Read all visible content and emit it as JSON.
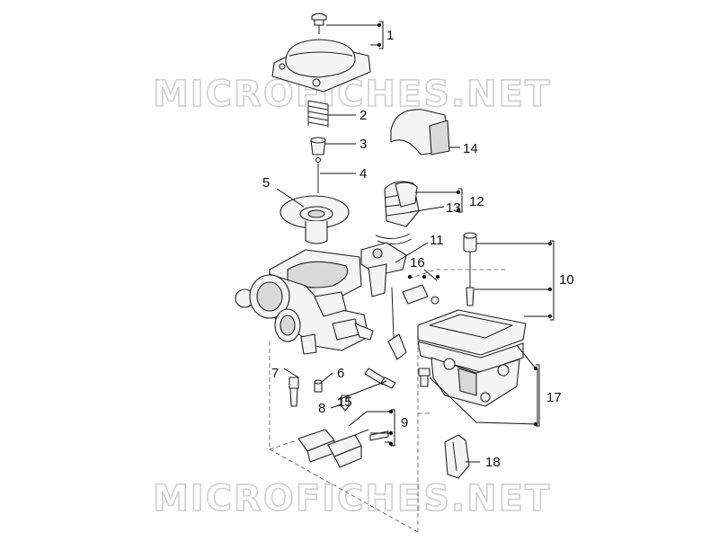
{
  "watermark": {
    "text": "MICROFICHES.NET"
  },
  "callouts": [
    "1",
    "2",
    "3",
    "4",
    "5",
    "6",
    "7",
    "8",
    "9",
    "10",
    "11",
    "12",
    "13",
    "14",
    "15",
    "16",
    "17",
    "18"
  ]
}
